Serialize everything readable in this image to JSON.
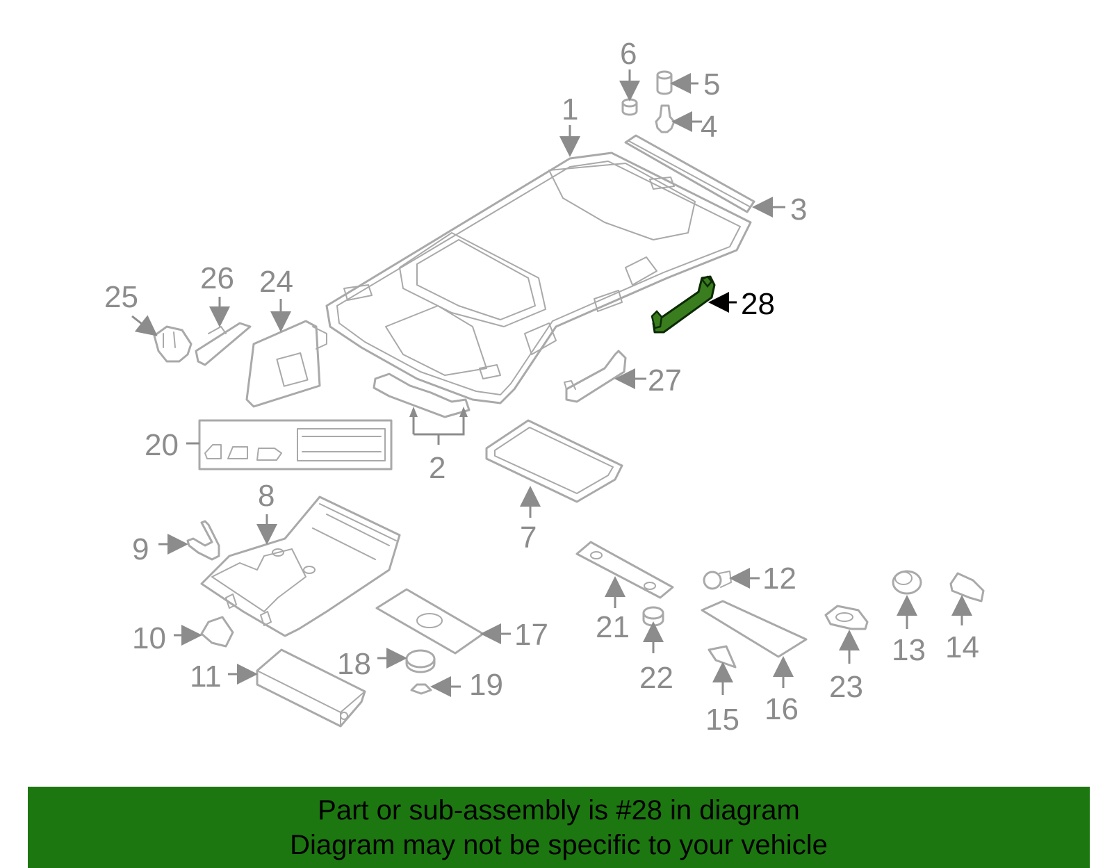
{
  "diagram": {
    "highlight_color": "#3a7d1e",
    "banner_color": "#1d7710",
    "callouts": [
      "1",
      "2",
      "3",
      "4",
      "5",
      "6",
      "7",
      "8",
      "9",
      "10",
      "11",
      "12",
      "13",
      "14",
      "15",
      "16",
      "17",
      "18",
      "19",
      "20",
      "21",
      "22",
      "23",
      "24",
      "25",
      "26",
      "27",
      "28"
    ],
    "highlighted_callout": "28"
  },
  "banner": {
    "line1": "Part or sub-assembly is #28 in diagram",
    "line2": "Diagram may not be specific to your vehicle"
  }
}
